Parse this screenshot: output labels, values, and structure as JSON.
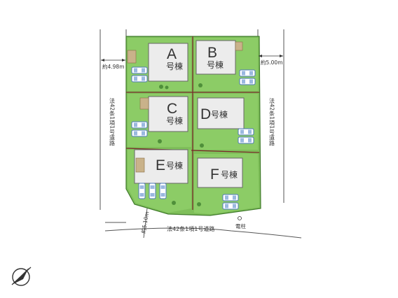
{
  "lots": [
    {
      "letter": "A",
      "suffix": "号棟"
    },
    {
      "letter": "B",
      "suffix": "号棟"
    },
    {
      "letter": "C",
      "suffix": "号棟"
    },
    {
      "letter": "D",
      "suffix": "号棟"
    },
    {
      "letter": "E",
      "suffix": "号棟"
    },
    {
      "letter": "F",
      "suffix": "号棟"
    }
  ],
  "dimensions": {
    "left_width": "約4.98m",
    "right_width": "約5.00m",
    "bottom_width": "約5.10m"
  },
  "roads": {
    "left": "法42条1項1号道路",
    "right": "法42条1項1号道路",
    "bottom": "法42条1項1号道路"
  },
  "pole_label": "電柱",
  "colors": {
    "lot_green": "#7fbf5a",
    "house_fill": "#ececec",
    "car_blue": "#4a78b8"
  },
  "icons": [
    "compass-icon"
  ]
}
